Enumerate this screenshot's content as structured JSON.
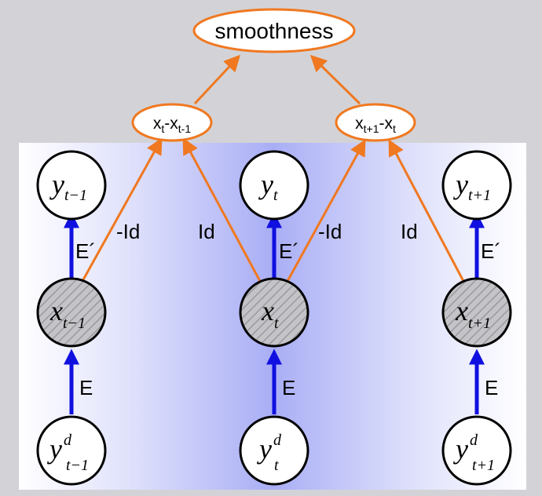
{
  "top_node": {
    "label": "smoothness"
  },
  "diff_nodes": [
    {
      "main": "x",
      "sub1": "t",
      "mid": "-x",
      "sub2": "t-1"
    },
    {
      "main": "x",
      "sub1": "t+1",
      "mid": "-x",
      "sub2": "t"
    }
  ],
  "columns": [
    {
      "y_base": "y",
      "y_sub": "t−1",
      "x_base": "x",
      "x_sub": "t−1",
      "yd_base": "y",
      "yd_sup": "d",
      "yd_sub": "t−1"
    },
    {
      "y_base": "y",
      "y_sub": "t",
      "x_base": "x",
      "x_sub": "t",
      "yd_base": "y",
      "yd_sup": "d",
      "yd_sub": "t"
    },
    {
      "y_base": "y",
      "y_sub": "t+1",
      "x_base": "x",
      "x_sub": "t+1",
      "yd_base": "y",
      "yd_sup": "d",
      "yd_sub": "t+1"
    }
  ],
  "edge_labels": {
    "e_prime": "E´",
    "e": "E",
    "neg_id": "-Id",
    "id": "Id"
  },
  "colors": {
    "orange": "#f07820",
    "blue": "#1010e0",
    "panel_center": "#a8aef5",
    "background": "#d3d3d7"
  }
}
